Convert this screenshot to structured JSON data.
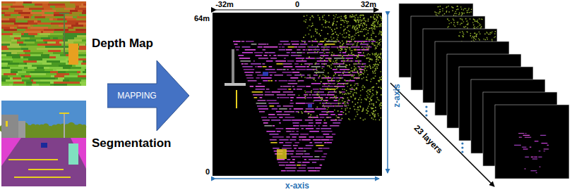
{
  "diagram": {
    "nodes": [
      {
        "text": [
          "Depth Map"
        ]
      },
      {
        "text": [
          "Segmentation"
        ]
      },
      {
        "text": [
          "MAPPING"
        ]
      }
    ],
    "labels": [
      "-32m",
      "0",
      "32m",
      "64m",
      "0",
      "x-axis",
      "z-axis",
      "23 layers"
    ]
  }
}
